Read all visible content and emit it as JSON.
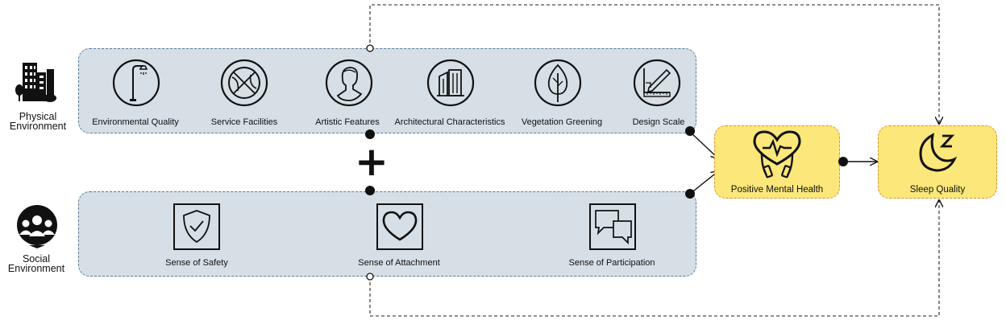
{
  "physical": {
    "label_line1": "Physical",
    "label_line2": "Environment",
    "icon": "city-buildings-icon",
    "factors": [
      {
        "label": "Environmental Quality",
        "icon": "street-lamp-icon"
      },
      {
        "label": "Service Facilities",
        "icon": "basketball-icon"
      },
      {
        "label": "Artistic Features",
        "icon": "sculpture-bust-icon"
      },
      {
        "label": "Architectural Characteristics",
        "icon": "building-icon"
      },
      {
        "label": "Vegetation Greening",
        "icon": "tree-leaf-icon"
      },
      {
        "label": "Design Scale",
        "icon": "design-ruler-icon"
      }
    ]
  },
  "social": {
    "label_line1": "Social",
    "label_line2": "Environment",
    "icon": "people-group-icon",
    "factors": [
      {
        "label": "Sense of Safety",
        "icon": "shield-check-icon"
      },
      {
        "label": "Sense of Attachment",
        "icon": "heart-icon"
      },
      {
        "label": "Sense of Participation",
        "icon": "chat-bubbles-icon"
      }
    ]
  },
  "operator": "+",
  "outcomes": {
    "mediator": {
      "label": "Positive Mental Health",
      "icon": "heart-mind-icon"
    },
    "outcome": {
      "label": "Sleep Quality",
      "icon": "moon-sleep-icon"
    }
  },
  "colors": {
    "panel_fill": "#d6dfe5",
    "panel_border": "#5a7a96",
    "outcome_fill": "#fbe77a",
    "outcome_border": "#d9903a",
    "line": "#111111"
  }
}
